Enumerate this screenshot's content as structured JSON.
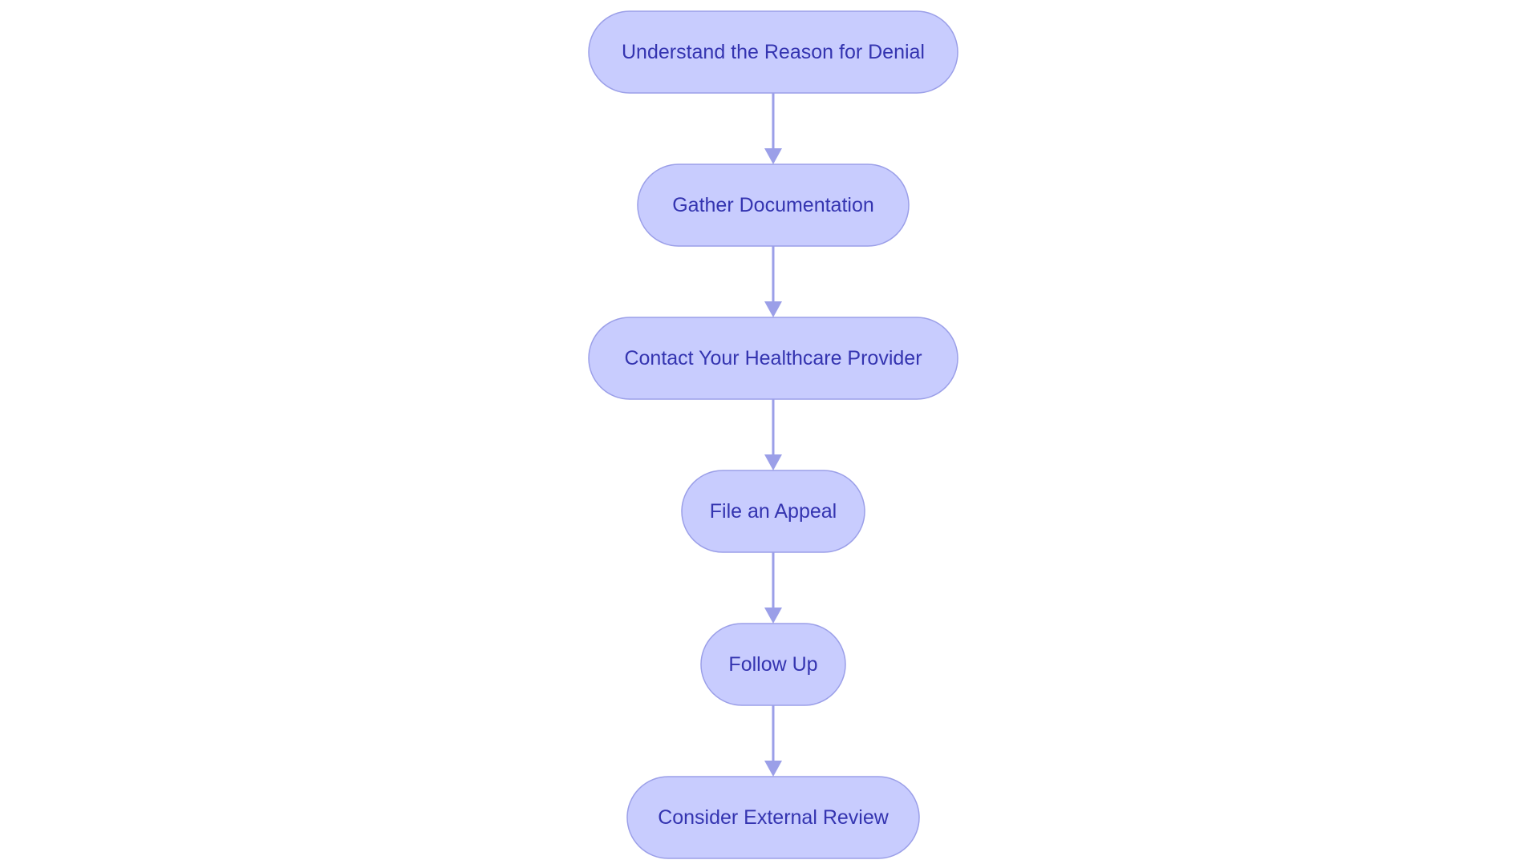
{
  "diagram": {
    "type": "flowchart",
    "direction": "top-to-bottom",
    "colors": {
      "node_fill": "#c8ccfe",
      "node_border": "#9b9fe8",
      "node_text": "#3434b0",
      "edge": "#9b9fe8",
      "background": "#ffffff"
    },
    "nodes": [
      {
        "id": "understand",
        "label": "Understand the Reason for Denial"
      },
      {
        "id": "gather",
        "label": "Gather Documentation"
      },
      {
        "id": "contact",
        "label": "Contact Your Healthcare Provider"
      },
      {
        "id": "appeal",
        "label": "File an Appeal"
      },
      {
        "id": "follow",
        "label": "Follow Up"
      },
      {
        "id": "external",
        "label": "Consider External Review"
      }
    ],
    "edges": [
      {
        "from": "understand",
        "to": "gather"
      },
      {
        "from": "gather",
        "to": "contact"
      },
      {
        "from": "contact",
        "to": "appeal"
      },
      {
        "from": "appeal",
        "to": "follow"
      },
      {
        "from": "follow",
        "to": "external"
      }
    ]
  }
}
